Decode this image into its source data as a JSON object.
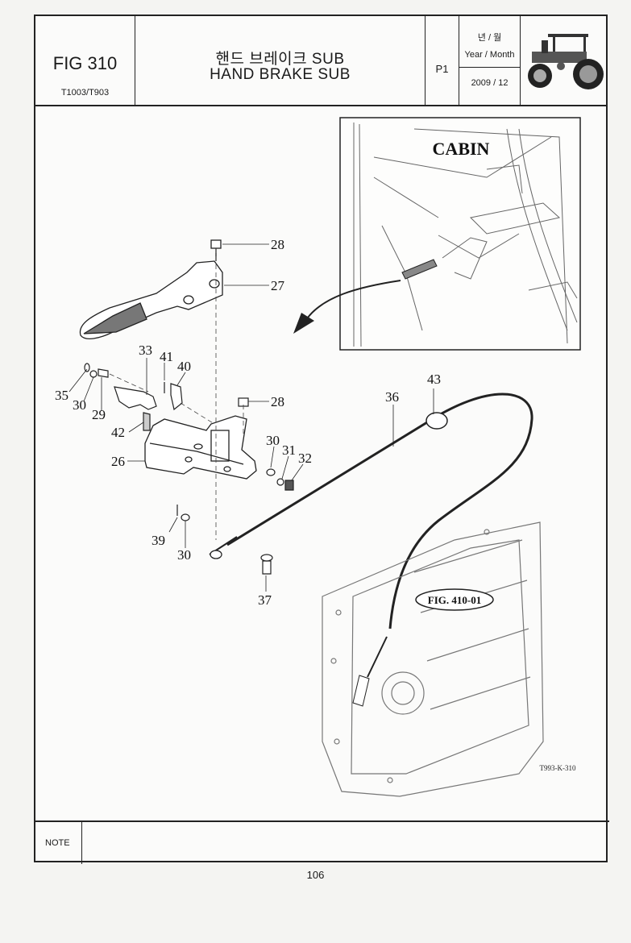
{
  "header": {
    "fig_number": "FIG 310",
    "model_codes": "T1003/T903",
    "title_korean": "핸드 브레이크 SUB",
    "title_english": "HAND BRAKE SUB",
    "page_id": "P1",
    "year_month_label_korean": "년 / 월",
    "year_month_label": "Year / Month",
    "year_month_value": "2009 / 12"
  },
  "diagram": {
    "inset_label": "CABIN",
    "reference_label": "FIG. 410-01",
    "drawing_code": "T993-K-310",
    "callouts": [
      "28",
      "27",
      "33",
      "41",
      "40",
      "35",
      "30",
      "29",
      "28",
      "42",
      "26",
      "30",
      "31",
      "32",
      "36",
      "43",
      "39",
      "30",
      "37"
    ]
  },
  "footer": {
    "note_label": "NOTE",
    "note_text": "",
    "page_number": "106"
  }
}
